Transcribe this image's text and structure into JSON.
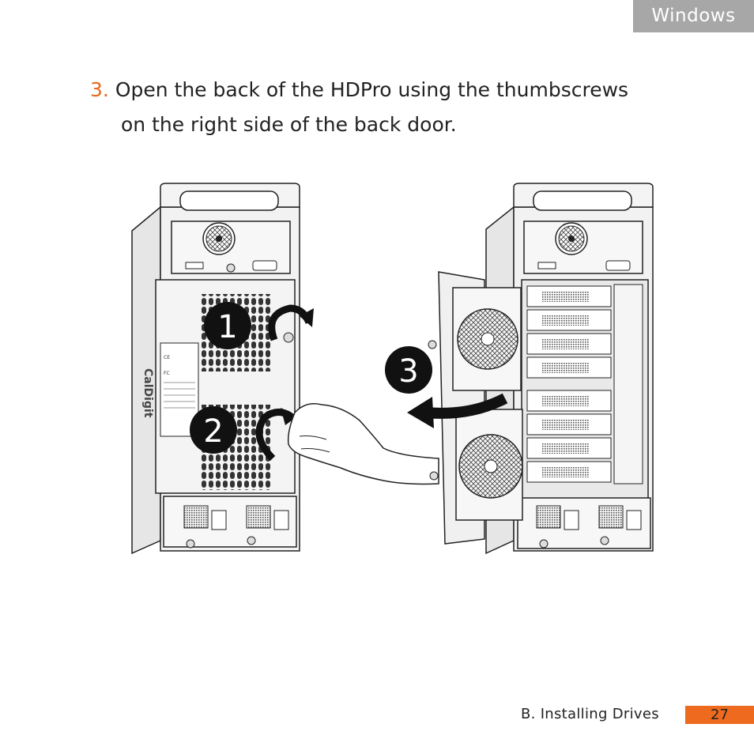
{
  "section_tab": "Windows",
  "step": {
    "number": "3.",
    "line1": "Open the back of the HDPro using the thumbscrews",
    "line2": "on the right side of the back door."
  },
  "figure": {
    "callouts": [
      "1",
      "2",
      "3"
    ]
  },
  "footer": {
    "section": "B. Installing Drives",
    "page": "27"
  }
}
